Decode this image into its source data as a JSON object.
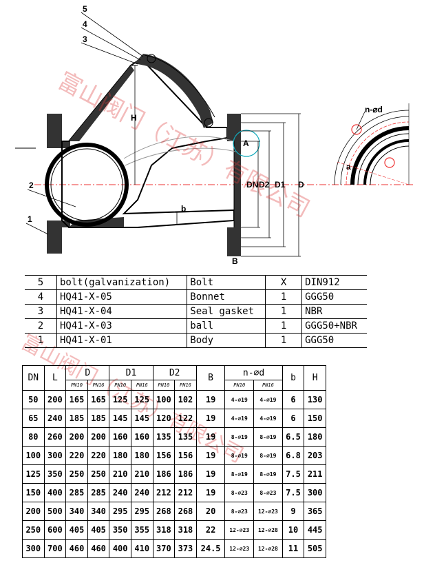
{
  "drawing": {
    "callouts": [
      "5",
      "4",
      "3",
      "2",
      "1"
    ],
    "labels": {
      "H": "H",
      "A": "A",
      "DN": "DN",
      "D2": "D2",
      "D1": "D1",
      "D": "D",
      "b": "b",
      "B": "B",
      "nd": "n-⌀d",
      "a": "a"
    }
  },
  "watermark": {
    "text_1": "富山阀门（江苏）有限公司",
    "text_2": "富山阀门（江苏）有限公司"
  },
  "parts": [
    {
      "no": "5",
      "code": "bolt(galvanization)",
      "name": "Bolt",
      "qty": "X",
      "material": "DIN912"
    },
    {
      "no": "4",
      "code": "HQ41-X-05",
      "name": "Bonnet",
      "qty": "1",
      "material": "GGG50"
    },
    {
      "no": "3",
      "code": "HQ41-X-04",
      "name": "Seal gasket",
      "qty": "1",
      "material": "NBR"
    },
    {
      "no": "2",
      "code": "HQ41-X-03",
      "name": "ball",
      "qty": "1",
      "material": "GGG50+NBR"
    },
    {
      "no": "1",
      "code": "HQ41-X-01",
      "name": "Body",
      "qty": "1",
      "material": "GGG50"
    }
  ],
  "specs": {
    "headers": {
      "dn": "DN",
      "l": "L",
      "d": "D",
      "d1": "D1",
      "d2": "D2",
      "b_": "B",
      "nd": "n-⌀d",
      "b": "b",
      "h": "H"
    },
    "sub": {
      "pn10": "PN10",
      "pn16": "PN16"
    },
    "rows": [
      [
        "50",
        "200",
        "165",
        "165",
        "125",
        "125",
        "100",
        "102",
        "19",
        "4-⌀19",
        "4-⌀19",
        "6",
        "130"
      ],
      [
        "65",
        "240",
        "185",
        "185",
        "145",
        "145",
        "120",
        "122",
        "19",
        "4-⌀19",
        "4-⌀19",
        "6",
        "150"
      ],
      [
        "80",
        "260",
        "200",
        "200",
        "160",
        "160",
        "135",
        "135",
        "19",
        "8-⌀19",
        "8-⌀19",
        "6.5",
        "180"
      ],
      [
        "100",
        "300",
        "220",
        "220",
        "180",
        "180",
        "156",
        "156",
        "19",
        "8-⌀19",
        "8-⌀19",
        "6.8",
        "203"
      ],
      [
        "125",
        "350",
        "250",
        "250",
        "210",
        "210",
        "186",
        "186",
        "19",
        "8-⌀19",
        "8-⌀19",
        "7.5",
        "211"
      ],
      [
        "150",
        "400",
        "285",
        "285",
        "240",
        "240",
        "212",
        "212",
        "19",
        "8-⌀23",
        "8-⌀23",
        "7.5",
        "300"
      ],
      [
        "200",
        "500",
        "340",
        "340",
        "295",
        "295",
        "268",
        "268",
        "20",
        "8-⌀23",
        "12-⌀23",
        "9",
        "365"
      ],
      [
        "250",
        "600",
        "405",
        "405",
        "350",
        "355",
        "318",
        "318",
        "22",
        "12-⌀23",
        "12-⌀28",
        "10",
        "445"
      ],
      [
        "300",
        "700",
        "460",
        "460",
        "400",
        "410",
        "370",
        "373",
        "24.5",
        "12-⌀23",
        "12-⌀28",
        "11",
        "505"
      ]
    ]
  }
}
